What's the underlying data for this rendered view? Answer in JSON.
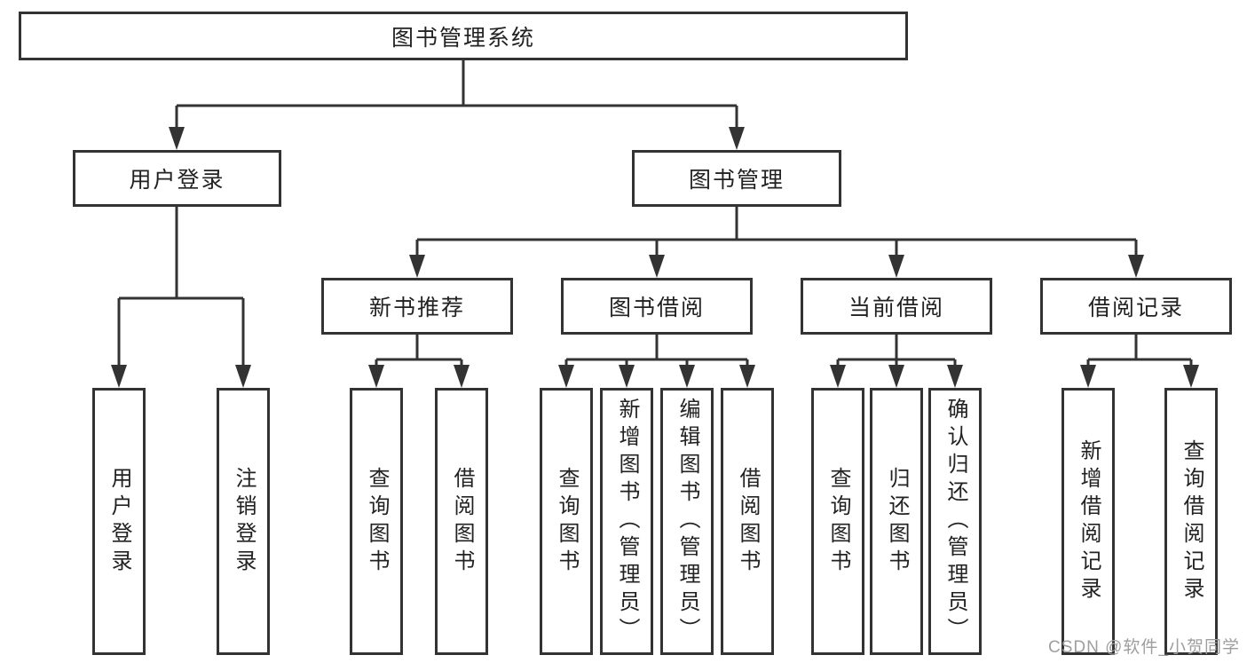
{
  "diagram": {
    "title": "图书管理系统",
    "type": "tree",
    "nodes": {
      "root": "图书管理系统",
      "user_login": "用户登录",
      "book_mgmt": "图书管理",
      "new_book_rec": "新书推荐",
      "book_borrow": "图书借阅",
      "current_borrow": "当前借阅",
      "borrow_record": "借阅记录",
      "leaf_user_login": "用户登录",
      "leaf_logout": "注销登录",
      "leaf_query_book_rec": "查询图书",
      "leaf_borrow_book_rec": "借阅图书",
      "leaf_query_book_borrow": "查询图书",
      "leaf_add_book": "新增图书（管理员）",
      "leaf_edit_book": "编辑图书（管理员）",
      "leaf_borrow_book_borrow": "借阅图书",
      "leaf_query_book_current": "查询图书",
      "leaf_return_book": "归还图书",
      "leaf_confirm_return": "确认归还（管理员）",
      "leaf_add_record": "新增借阅记录",
      "leaf_query_record": "查询借阅记录"
    },
    "hierarchy": {
      "图书管理系统": {
        "用户登录": [
          "用户登录",
          "注销登录"
        ],
        "图书管理": {
          "新书推荐": [
            "查询图书",
            "借阅图书"
          ],
          "图书借阅": [
            "查询图书",
            "新增图书（管理员）",
            "编辑图书（管理员）",
            "借阅图书"
          ],
          "当前借阅": [
            "查询图书",
            "归还图书",
            "确认归还（管理员）"
          ],
          "借阅记录": [
            "新增借阅记录",
            "查询借阅记录"
          ]
        }
      }
    }
  },
  "watermark": {
    "text": "CSDN @软件_小贺同学"
  },
  "colors": {
    "line": "#333333",
    "box_border": "#333333",
    "box_fill": "#ffffff",
    "text": "#222222",
    "watermark": "#9e9e9e",
    "background": "#ffffff"
  }
}
